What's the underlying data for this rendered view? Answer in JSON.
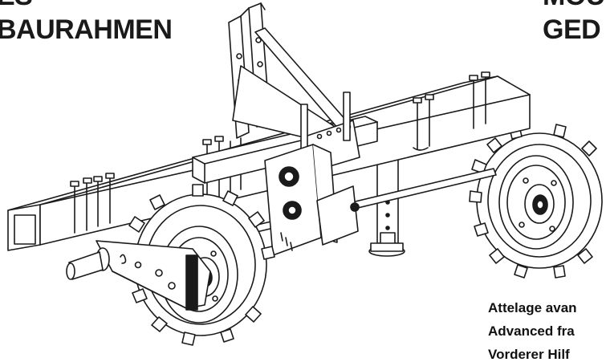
{
  "headings": {
    "left_line1": "ES",
    "left_line2": "BAURAHMEN",
    "right_line1": "MOU",
    "right_line2": "GED"
  },
  "captions": [
    "Attelage avan",
    "Advanced fra",
    "Vorderer Hilf"
  ],
  "illustration": {
    "subject": "tractor implement frame with two wheels and hitch"
  }
}
